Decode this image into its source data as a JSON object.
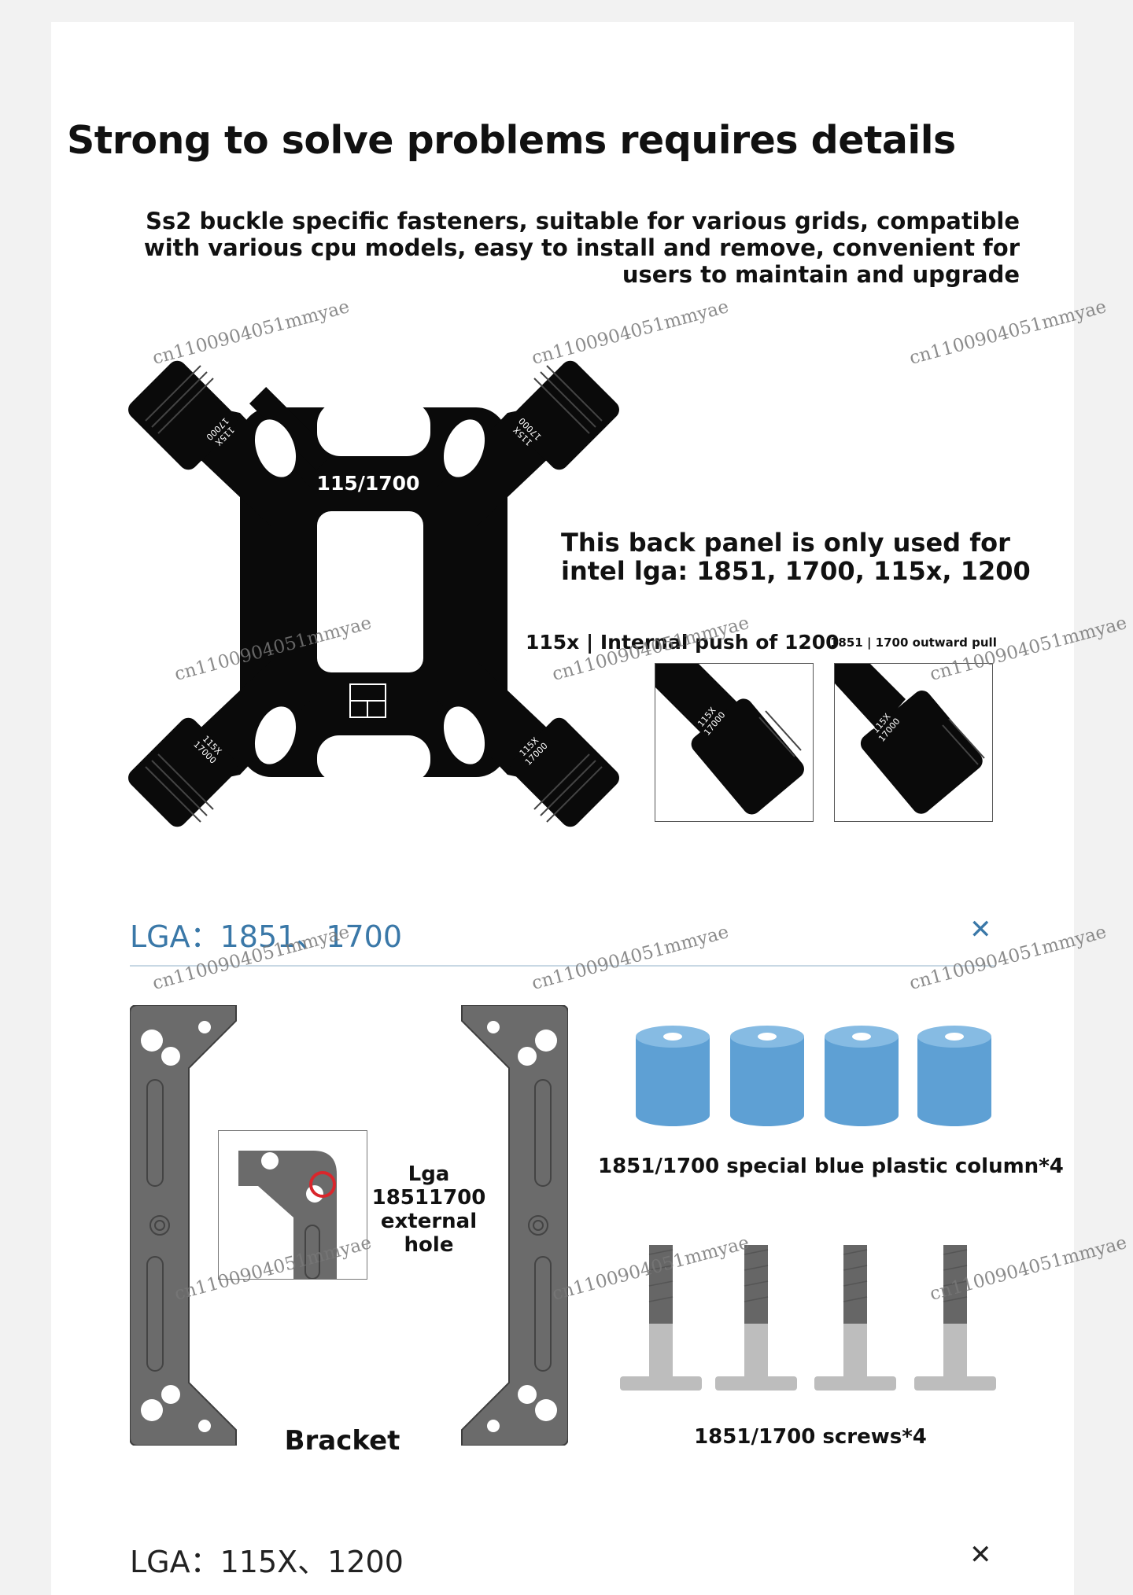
{
  "header": {
    "title": "Strong to solve problems requires details",
    "description": "Ss2 buckle specific fasteners, suitable for various grids, compatible with various cpu models, easy to install and remove, convenient for users to maintain and upgrade"
  },
  "backplate": {
    "center_label": "115/1700",
    "arm_label_line1": "115X",
    "arm_label_line2": "17000"
  },
  "note": {
    "line1": "This back panel is only used for",
    "line2": "intel lga: 1851, 1700, 115x, 1200"
  },
  "detail_views": {
    "push_label": "115x | Internal push of 1200",
    "pull_label": "1851 | 1700 outward pull"
  },
  "section_lga1851": {
    "title": "LGA：1851、1700",
    "close_glyph": "✕",
    "hole_label": [
      "Lga",
      "18511700",
      "external",
      "hole"
    ],
    "bracket_label": "Bracket",
    "columns_label": "1851/1700 special blue plastic column*4",
    "screws_label": "1851/1700 screws*4"
  },
  "section_lga115x": {
    "title": "LGA：115X、1200",
    "close_glyph": "✕"
  },
  "watermark": "cn1100904051mmyae",
  "colors": {
    "accent_blue": "#3a78a8",
    "column_blue": "#5ea0d4",
    "bracket_gray": "#6b6b6b",
    "screw_dark": "#666666",
    "screw_light": "#bdbdbd"
  }
}
